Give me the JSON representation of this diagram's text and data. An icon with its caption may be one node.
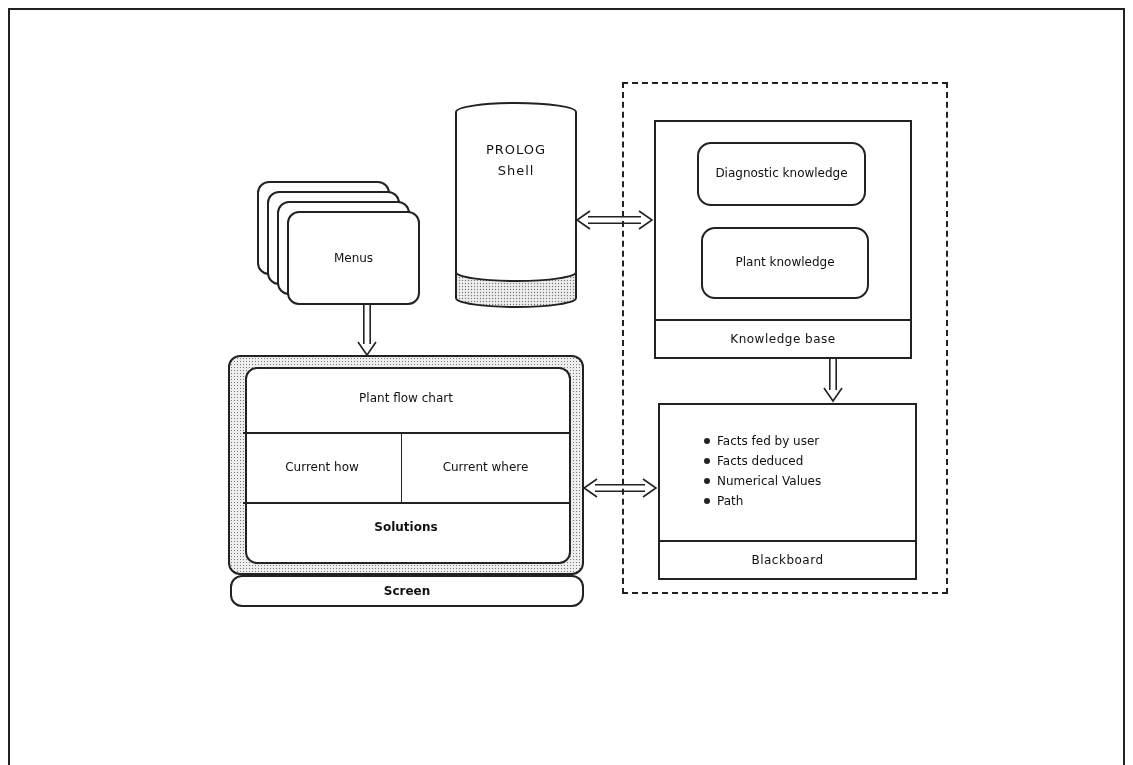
{
  "diagram": {
    "nodes": [
      {
        "text": [],
        "shape": "box"
      },
      {
        "text": [
          "Knowledge base"
        ],
        "in": 0
      },
      {
        "text": [
          "Diagnostic knowledge"
        ],
        "in": 1
      },
      {
        "text": [
          "Plant knowledge"
        ],
        "in": 1
      },
      {
        "text": [
          "Facts fed by user",
          "Facts deduced",
          "Numerical Values",
          "Path",
          "Blackboard"
        ],
        "in": 0
      },
      {
        "text": [
          "Menus"
        ]
      },
      {
        "text": [
          "PROLOG Shell"
        ]
      },
      {
        "text": [
          "Screen"
        ]
      },
      {
        "text": [
          "Plant flow chart"
        ],
        "in": 7
      },
      {
        "text": [
          "Current how"
        ],
        "in": 7
      },
      {
        "text": [
          "Current where"
        ],
        "in": 7
      },
      {
        "text": [
          "Solutions"
        ],
        "in": 7
      }
    ],
    "edges": [
      {
        "from": 5,
        "to": 7,
        "arrow": "to"
      },
      {
        "from": 6,
        "to": 1,
        "arrow": "both"
      },
      {
        "from": 1,
        "to": 4,
        "arrow": "to"
      },
      {
        "from": 7,
        "to": 4,
        "arrow": "both"
      }
    ]
  }
}
